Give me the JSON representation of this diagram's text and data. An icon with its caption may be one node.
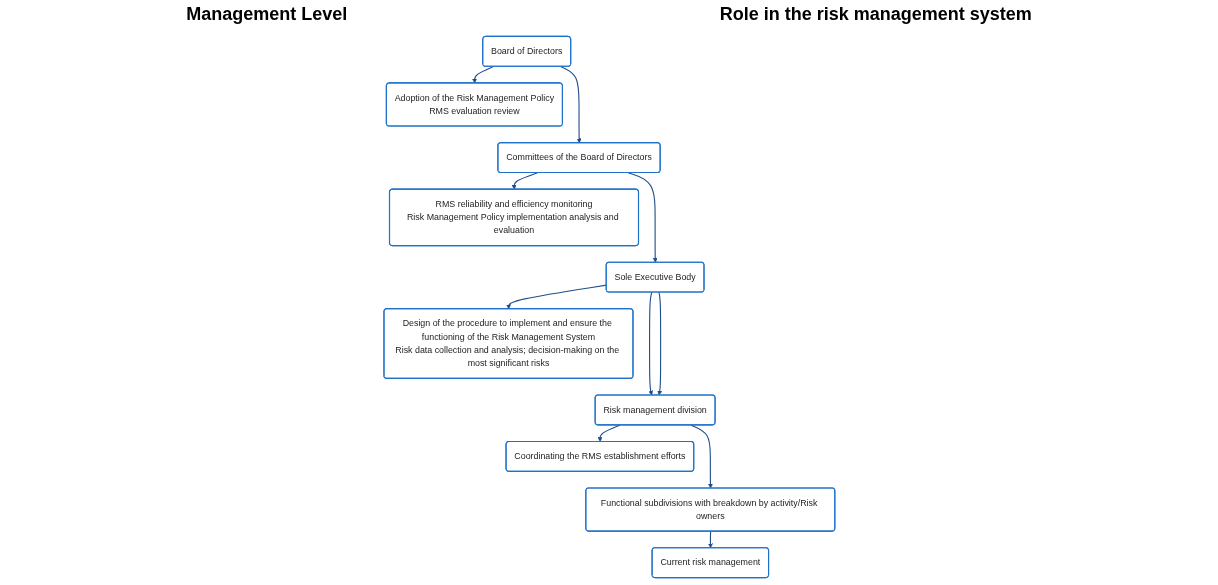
{
  "diagram": {
    "nodes": [
      {
        "text": [
          "Board of Directors"
        ]
      },
      {
        "text": [
          "Committees of the Board of Directors"
        ]
      },
      {
        "text": [
          "Sole Executive Body"
        ]
      },
      {
        "text": [
          "Risk management division"
        ]
      },
      {
        "text": [
          "Functional subdivisions with breakdown by activity/Risk owners"
        ]
      },
      {
        "text": [
          "Adoption of the Risk Management Policy",
          "RMS evaluation review"
        ]
      },
      {
        "text": [
          "RMS reliability and efficiency monitoring",
          "Risk Management Policy implementation analysis and evaluation"
        ]
      },
      {
        "text": [
          "Design of the procedure to implement and ensure the functioning of the Risk Management System",
          "Risk data collection and analysis; decision-making on the most significant risks"
        ]
      },
      {
        "text": [
          "Coordinating the RMS establishment efforts"
        ]
      },
      {
        "text": [
          "Current risk management"
        ]
      }
    ],
    "edges": [
      {
        "from": 0,
        "to": 1,
        "arrow": "to"
      },
      {
        "from": 1,
        "to": 2,
        "arrow": "to"
      },
      {
        "from": 2,
        "to": 3,
        "arrow": "to"
      },
      {
        "from": 2,
        "to": 3,
        "arrow": "to"
      },
      {
        "from": 3,
        "to": 4,
        "arrow": "to"
      },
      {
        "from": 0,
        "to": 5,
        "arrow": "to"
      },
      {
        "from": 1,
        "to": 6,
        "arrow": "to"
      },
      {
        "from": 2,
        "to": 7,
        "arrow": "to"
      },
      {
        "from": 3,
        "to": 8,
        "arrow": "to"
      },
      {
        "from": 4,
        "to": 9,
        "arrow": "to"
      }
    ],
    "labels": [
      "Management Level",
      "Role in the risk management system"
    ]
  }
}
